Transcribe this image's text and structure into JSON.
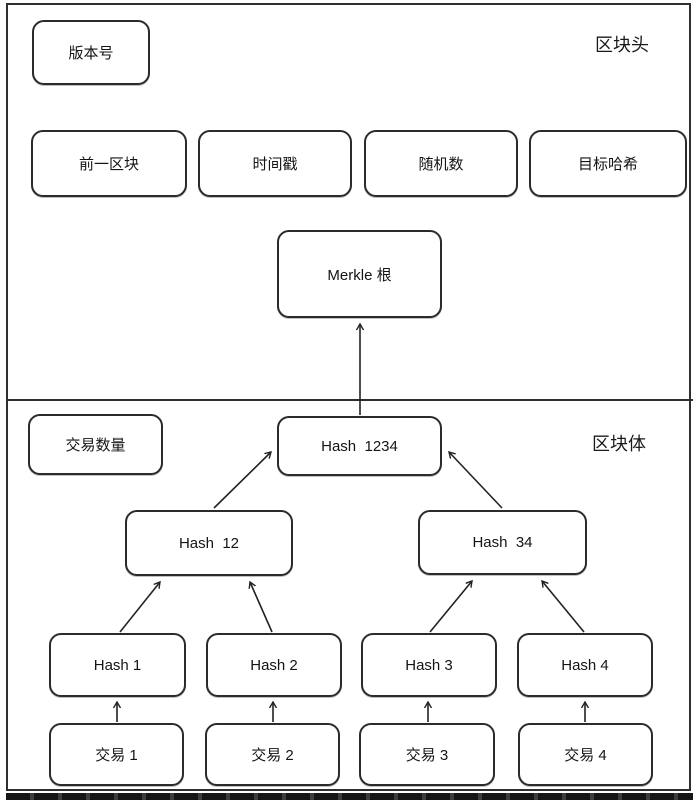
{
  "header_section": {
    "label": "区块头",
    "version": "版本号",
    "prev_block": "前一区块",
    "timestamp": "时间戳",
    "nonce": "随机数",
    "target_hash": "目标哈希",
    "merkle_root": "Merkle 根"
  },
  "body_section": {
    "label": "区块体",
    "tx_count": "交易数量",
    "hash_root": "Hash  1234",
    "hash_12": "Hash  12",
    "hash_34": "Hash  34",
    "hash_1": "Hash 1",
    "hash_2": "Hash 2",
    "hash_3": "Hash 3",
    "hash_4": "Hash 4",
    "tx_1": "交易 1",
    "tx_2": "交易 2",
    "tx_3": "交易 3",
    "tx_4": "交易 4"
  },
  "colors": {
    "border": "#2b2b2b",
    "background": "#ffffff",
    "text": "#141414"
  }
}
